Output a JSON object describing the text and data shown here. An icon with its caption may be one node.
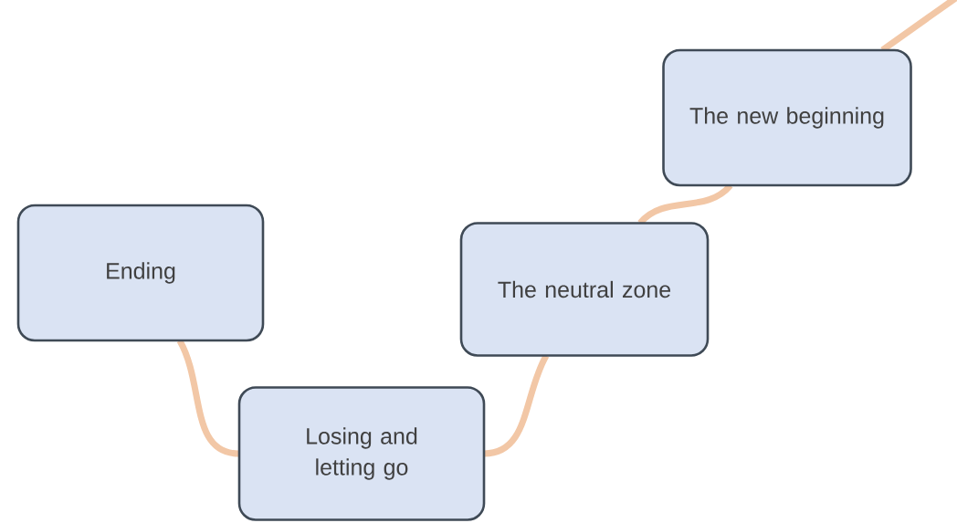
{
  "diagram": {
    "nodes": [
      {
        "text": [
          "Ending"
        ]
      },
      {
        "text": [
          "Losing and letting go"
        ]
      },
      {
        "text": [
          "The neutral zone"
        ]
      },
      {
        "text": [
          "The new beginning"
        ]
      }
    ],
    "edges": [
      {
        "from": 0,
        "to": 1,
        "arrow": "none"
      },
      {
        "from": 1,
        "to": 2,
        "arrow": "none"
      },
      {
        "from": 2,
        "to": 3,
        "arrow": "none"
      },
      {
        "from": 3,
        "to": null,
        "arrow": "none"
      }
    ]
  }
}
